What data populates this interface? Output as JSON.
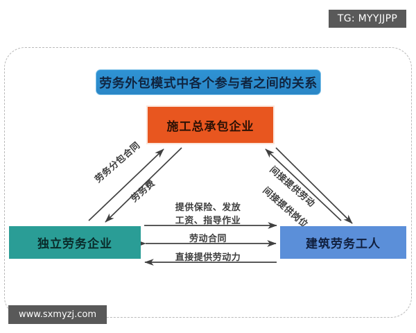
{
  "badge": {
    "label": "TG: MYYJJPP"
  },
  "watermark": {
    "label": "www.sxmyzj.com"
  },
  "diagram": {
    "title": "劳务外包模式中各个参与者之间的关系",
    "nodes": {
      "contractor": {
        "label": "施工总承包企业",
        "color": "#e8561f"
      },
      "labor_firm": {
        "label": "独立劳务企业",
        "color": "#2a9d96"
      },
      "workers": {
        "label": "建筑劳务工人",
        "color": "#5b8fd9"
      }
    },
    "edges": {
      "subcontract_agreement": {
        "label": "劳务分包合同",
        "from": "labor_firm",
        "to": "contractor"
      },
      "service_fee": {
        "label": "劳务费",
        "from": "contractor",
        "to": "labor_firm"
      },
      "indirect_labor": {
        "label": "间接提供劳动",
        "from": "workers",
        "to": "contractor"
      },
      "indirect_position": {
        "label": "间接提供岗位",
        "from": "contractor",
        "to": "workers"
      },
      "insurance_line1": {
        "label": "提供保险、发放",
        "from": "labor_firm",
        "to": "workers"
      },
      "insurance_line2": {
        "label": "工资、指导作业",
        "from": "labor_firm",
        "to": "workers"
      },
      "labor_contract": {
        "label": "劳动合同",
        "from": "labor_firm",
        "to": "workers"
      },
      "direct_labor": {
        "label": "直接提供劳动力",
        "from": "workers",
        "to": "labor_firm"
      }
    }
  }
}
